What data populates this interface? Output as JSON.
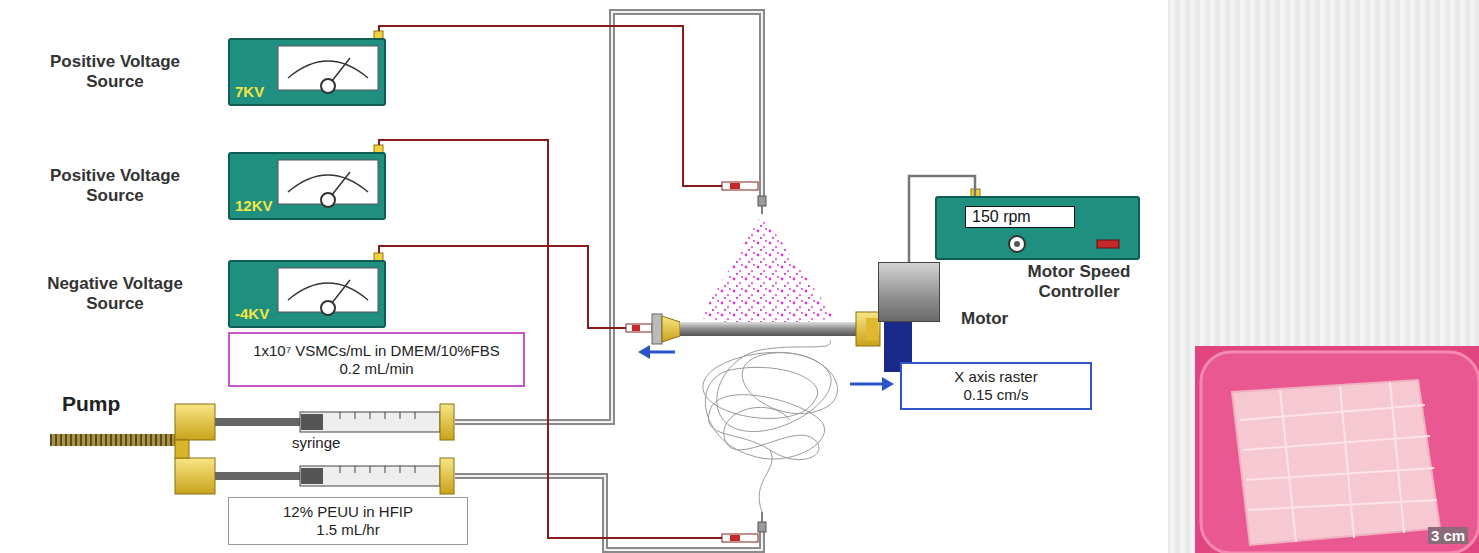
{
  "diagram": {
    "nodes": [
      {
        "text": [
          "Positive Voltage Source",
          "7KV"
        ]
      },
      {
        "text": [
          "Positive Voltage Source",
          "12KV"
        ]
      },
      {
        "text": [
          "Negative Voltage Source",
          "-4KV"
        ]
      },
      {
        "text": [
          "1x10⁷ VSMCs/mL in DMEM/10%FBS",
          "0.2 mL/min"
        ]
      },
      {
        "text": [
          "12% PEUU in HFIP",
          "1.5 mL/hr"
        ]
      },
      {
        "text": [
          "150 rpm",
          "Motor Speed Controller"
        ]
      },
      {
        "text": [
          "Motor"
        ]
      },
      {
        "text": [
          "X axis raster",
          "0.15 cm/s"
        ]
      }
    ],
    "edges": [
      {
        "from": 5,
        "to": 6,
        "arrow": "none"
      }
    ],
    "labels": [
      "Pump",
      "syringe",
      "3 cm"
    ]
  }
}
